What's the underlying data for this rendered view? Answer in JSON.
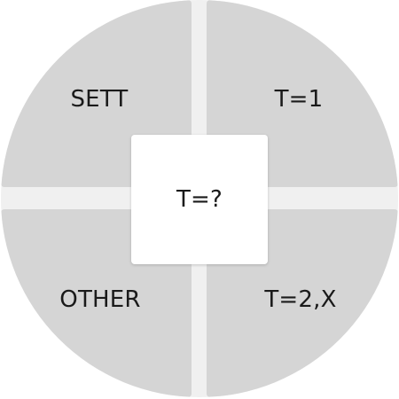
{
  "wheel": {
    "top_left": {
      "label": "SETT"
    },
    "top_right": {
      "label": "T=1"
    },
    "bottom_left": {
      "label": "OTHER"
    },
    "bottom_right": {
      "label": "T=2,X"
    },
    "center": {
      "label": "T=?"
    }
  },
  "colors": {
    "quadrant_fill": "#d5d5d5",
    "gap": "#f0f0f0",
    "center_fill": "#ffffff",
    "text": "#1a1a1a"
  }
}
